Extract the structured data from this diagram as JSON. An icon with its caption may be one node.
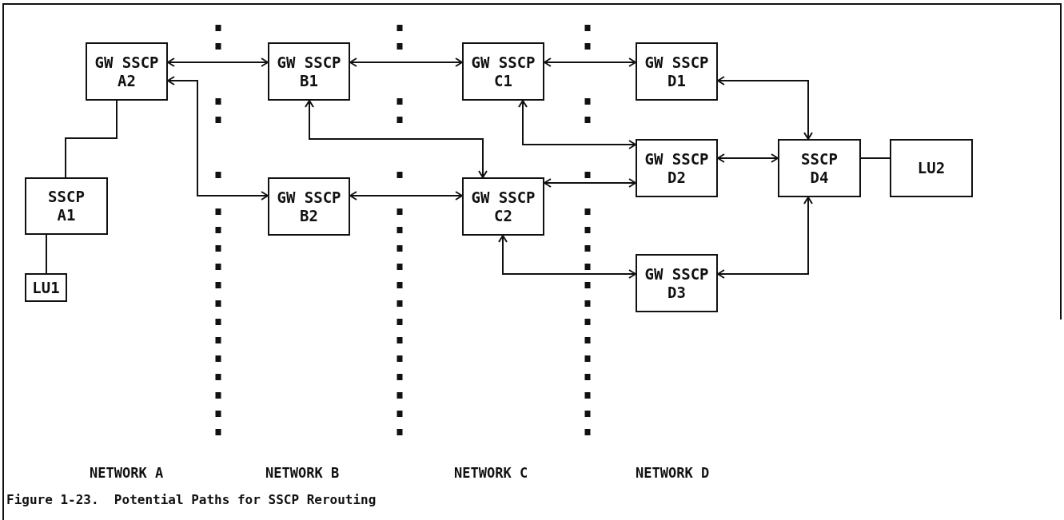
{
  "diagram": {
    "caption": "Figure 1-23.  Potential Paths for SSCP Rerouting",
    "nodes": [
      {
        "text": [
          "GW SSCP A2"
        ]
      },
      {
        "text": [
          "GW SSCP B1"
        ]
      },
      {
        "text": [
          "GW SSCP C1"
        ]
      },
      {
        "text": [
          "GW SSCP D1"
        ]
      },
      {
        "text": [
          "SSCP A1"
        ]
      },
      {
        "text": [
          "LU1"
        ]
      },
      {
        "text": [
          "GW SSCP D2"
        ]
      },
      {
        "text": [
          "SSCP D4"
        ]
      },
      {
        "text": [
          "LU2"
        ]
      },
      {
        "text": [
          "GW SSCP B2"
        ]
      },
      {
        "text": [
          "GW SSCP C2"
        ]
      },
      {
        "text": [
          "GW SSCP D3"
        ]
      }
    ],
    "edges": [
      {
        "from": 0,
        "to": 1,
        "arrow": "both"
      },
      {
        "from": 1,
        "to": 2,
        "arrow": "both"
      },
      {
        "from": 2,
        "to": 3,
        "arrow": "both"
      },
      {
        "from": 0,
        "to": 9,
        "arrow": "both"
      },
      {
        "from": 0,
        "to": 4,
        "arrow": "none"
      },
      {
        "from": 4,
        "to": 5,
        "arrow": "none"
      },
      {
        "from": 1,
        "to": 10,
        "arrow": "both"
      },
      {
        "from": 2,
        "to": 6,
        "arrow": "both"
      },
      {
        "from": 3,
        "to": 7,
        "arrow": "both"
      },
      {
        "from": 6,
        "to": 7,
        "arrow": "both"
      },
      {
        "from": 7,
        "to": 8,
        "arrow": "none"
      },
      {
        "from": 9,
        "to": 10,
        "arrow": "both"
      },
      {
        "from": 10,
        "to": 6,
        "arrow": "both"
      },
      {
        "from": 10,
        "to": 11,
        "arrow": "both"
      },
      {
        "from": 7,
        "to": 11,
        "arrow": "both"
      }
    ],
    "labels": [
      "NETWORK A",
      "NETWORK B",
      "NETWORK C",
      "NETWORK D"
    ]
  }
}
